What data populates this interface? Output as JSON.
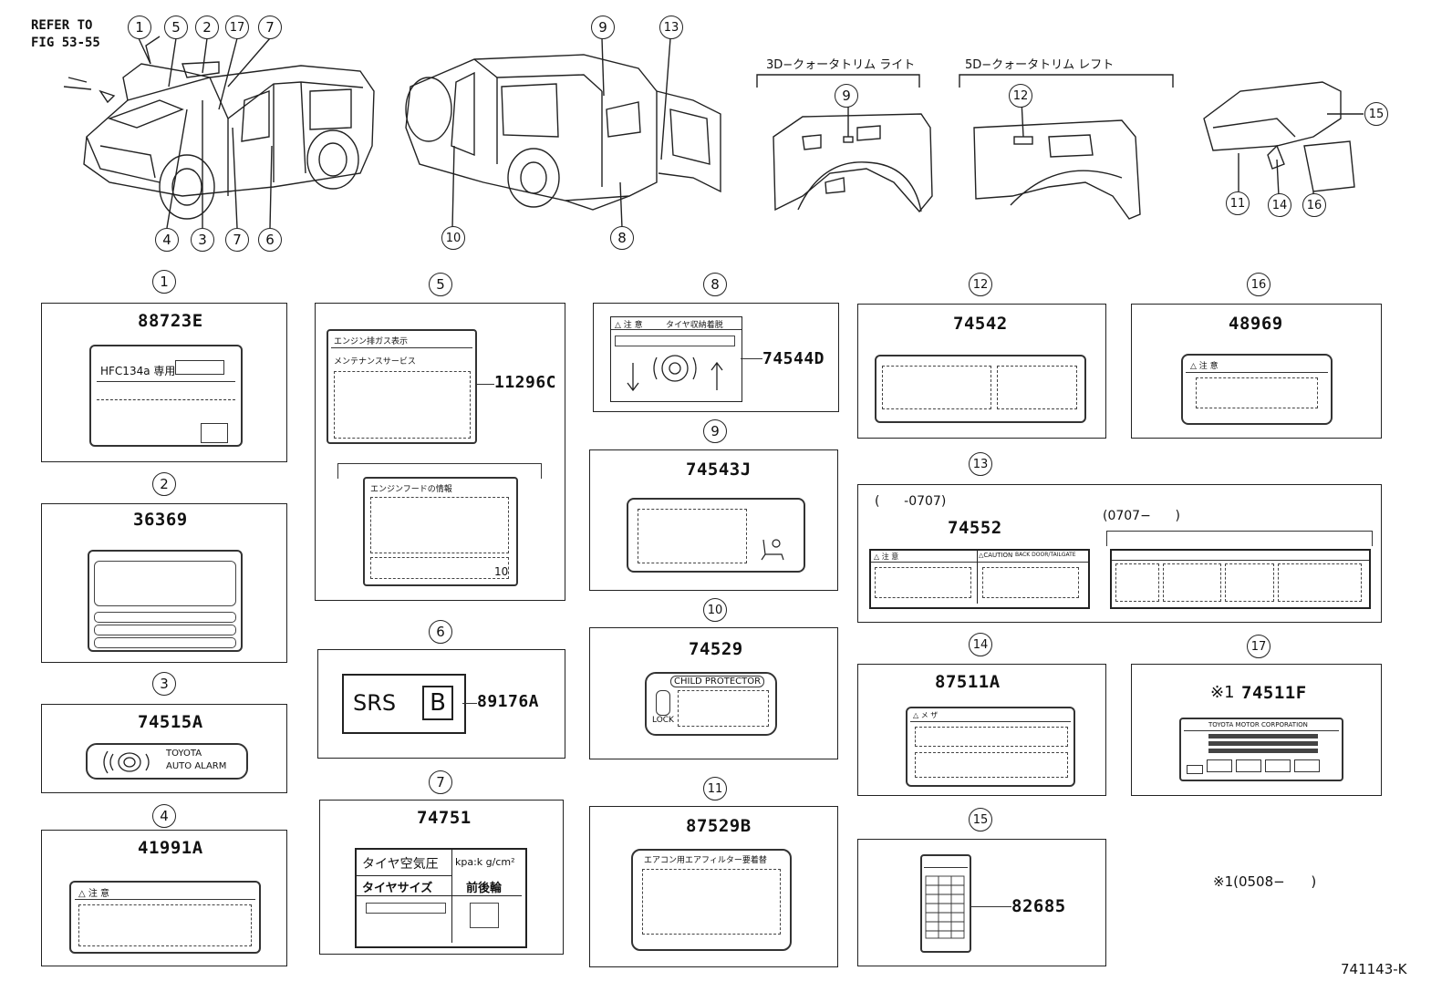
{
  "refer_note": {
    "line1": "REFER TO",
    "line2": "FIG 53-55"
  },
  "callouts": {
    "c1": "1",
    "c2": "2",
    "c3": "3",
    "c4": "4",
    "c5": "5",
    "c6": "6",
    "c7": "7",
    "c8": "8",
    "c9": "9",
    "c10": "10",
    "c11": "11",
    "c12": "12",
    "c13": "13",
    "c14": "14",
    "c15": "15",
    "c16": "16",
    "c17": "17"
  },
  "trim_headers": {
    "left": "3D−クォータトリム ライト",
    "right": "5D−クォータトリム レフト"
  },
  "parts": {
    "p1": "88723E",
    "p2": "36369",
    "p3": "74515A",
    "p4": "41991A",
    "p5": "11296C",
    "p6": "89176A",
    "p7": "74751",
    "p8": "74544D",
    "p9": "74543J",
    "p10": "74529",
    "p11": "87529B",
    "p12": "74542",
    "p13": "74552",
    "p14": "87511A",
    "p15": "82685",
    "p16": "48969",
    "p17": "74511F",
    "p17_mark": "※1"
  },
  "label_texts": {
    "hfc": "HFC134a 専用",
    "srs": "SRS",
    "srs_b": "B",
    "toyota": "TOYOTA",
    "auto_alarm": "AUTO ALARM",
    "caution4": "△ 注 意",
    "engine_label": "エンジン排ガス表示",
    "maint": "メンテナンスサービス",
    "engine_hood": "エンジンフードの情報",
    "ten": "10",
    "tire_pressure": "タイヤ空気圧",
    "kpa": "kpa:k g/cm²",
    "tire_size": "タイヤサイズ",
    "front_rear": "前後輪",
    "tire_caution": "△ 注 意",
    "tire_storage": "タイヤ収納着脱",
    "child_protector": "CHILD PROTECTOR",
    "lock": "LOCK",
    "aircon_filter": "エアコン用エアフィルター要着替",
    "caution13": "△ 注 意",
    "caution13b": "△CAUTION",
    "back_door": "BACK DOOR/TAILGATE",
    "toyota_motor": "TOYOTA MOTOR CORPORATION",
    "caution16": "△ 注 意",
    "caution14": "△ メ ザ"
  },
  "date_ranges": {
    "r13a": "(      -0707)",
    "r13b": "(0707−      )",
    "note": "※1(0508−      )"
  },
  "drawing_id": "741143-K"
}
